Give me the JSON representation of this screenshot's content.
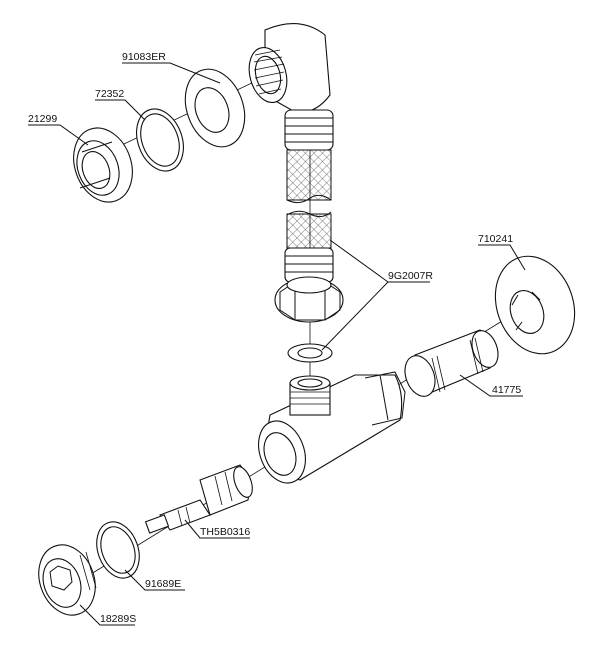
{
  "diagram": {
    "labels": {
      "p91083ER": "91083ER",
      "p72352": "72352",
      "p21299": "21299",
      "p710241": "710241",
      "p9G2007R": "9G2007R",
      "p41775": "41775",
      "pTH5B0316": "TH5B0316",
      "p91689E": "91689E",
      "p18289S": "18289S"
    },
    "line_color": "#111111",
    "background": "#ffffff"
  }
}
